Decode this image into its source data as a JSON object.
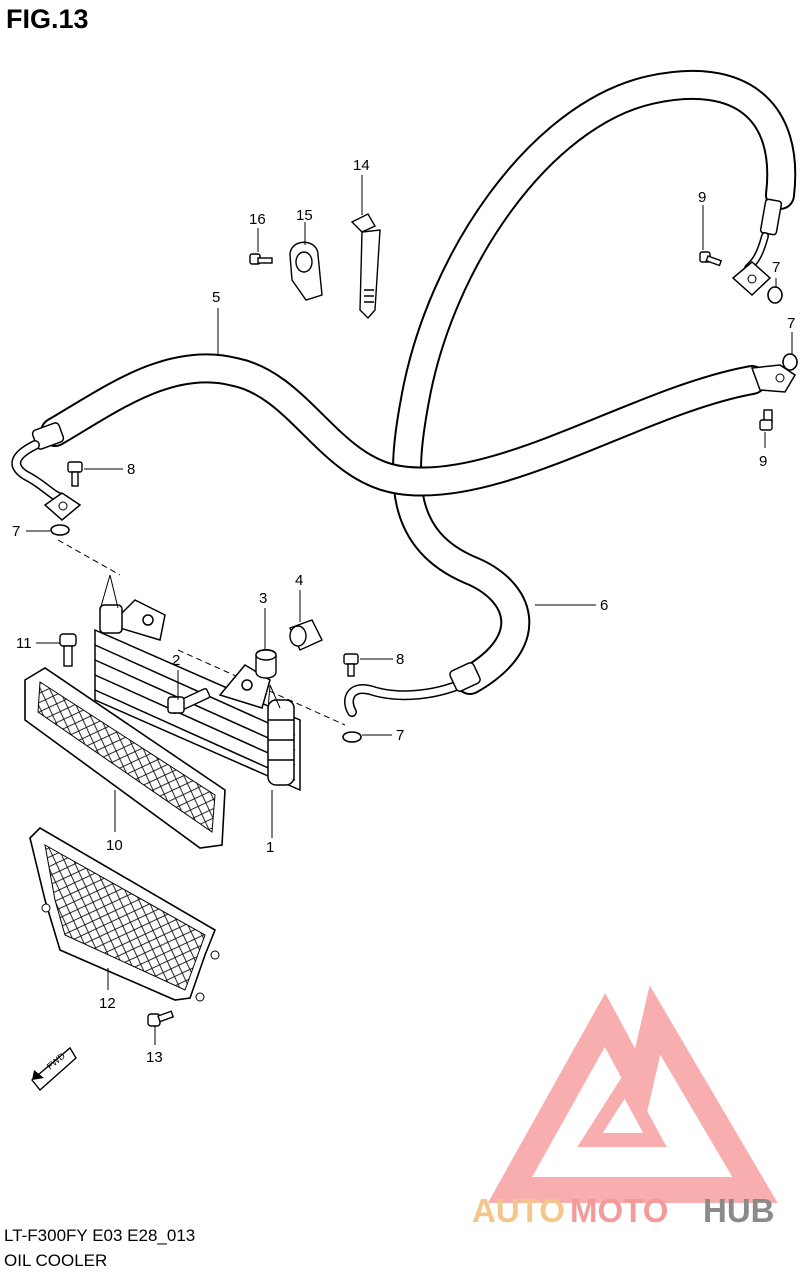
{
  "figure": {
    "title": "FIG.13"
  },
  "footer": {
    "model_code": "LT-F300FY E03 E28_013",
    "section_name": "OIL COOLER"
  },
  "callouts": {
    "c1": "1",
    "c2": "2",
    "c3": "3",
    "c4": "4",
    "c5": "5",
    "c6": "6",
    "c7a": "7",
    "c7b": "7",
    "c7c": "7",
    "c7d": "7",
    "c8a": "8",
    "c8b": "8",
    "c9a": "9",
    "c9b": "9",
    "c10": "10",
    "c11": "11",
    "c12": "12",
    "c13": "13",
    "c14": "14",
    "c15": "15",
    "c16": "16"
  },
  "direction_marker": {
    "label": "FWD"
  },
  "watermark": {
    "part1": "AUTO",
    "part2": "MOTO",
    "part3": "HUB",
    "colors": {
      "auto": "#f6c58a",
      "moto": "#f39a9a",
      "hub": "#8a8a8a",
      "logo": "#f7a0a0"
    }
  }
}
